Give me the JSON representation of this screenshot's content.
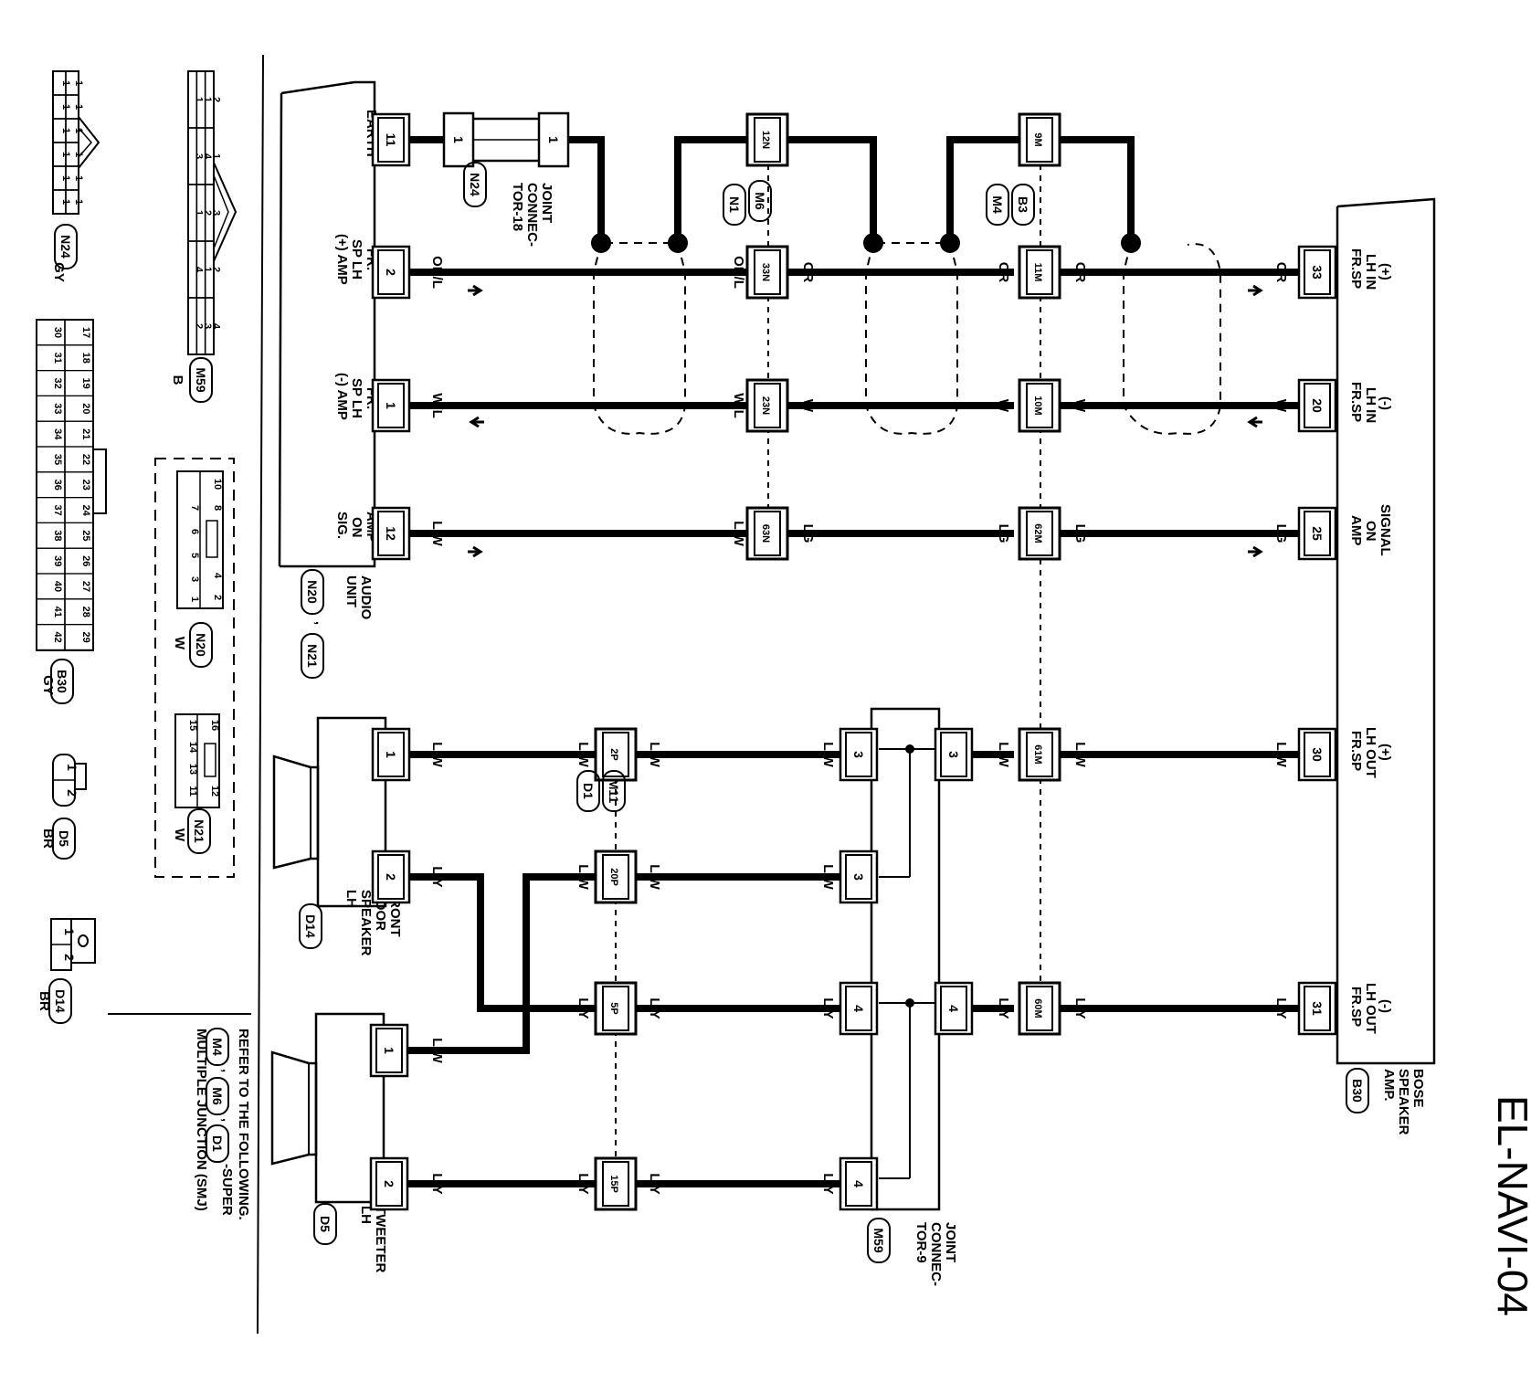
{
  "page_id": "EL-NAVI-04",
  "audio_unit": {
    "name_lines": [
      "AUDIO",
      "UNIT"
    ],
    "connectors": [
      "N20",
      "N21"
    ],
    "pins": [
      {
        "pin": "11",
        "label_lines": [
          "EARTH"
        ],
        "wire": ""
      },
      {
        "pin": "2",
        "label_lines": [
          "FR.",
          "SP LH",
          "(+) AMP"
        ],
        "wire": "OR/L"
      },
      {
        "pin": "1",
        "label_lines": [
          "FR.",
          "SP LH",
          "(-) AMP"
        ],
        "wire": "W/L"
      },
      {
        "pin": "12",
        "label_lines": [
          "AMP",
          "ON",
          "SIG."
        ],
        "wire": "L/W"
      }
    ]
  },
  "joint_connector_18": {
    "name_lines": [
      "JOINT",
      "CONNEC-",
      "TOR-18"
    ],
    "connector": "N24",
    "pin_left": "1",
    "pin_right": "1"
  },
  "harness_connectors": [
    "12N",
    "33N",
    "23N",
    "63N",
    "9M",
    "11M",
    "10M",
    "62M",
    "61M",
    "60M",
    "2P",
    "20P",
    "5P",
    "15P"
  ],
  "smj_tags": {
    "first": [
      "M6",
      "N1"
    ],
    "second": [
      "B3",
      "M4"
    ],
    "third": [
      "M11",
      "D1"
    ]
  },
  "wire_labels": {
    "or": "OR",
    "w": "W",
    "lg": "LG",
    "lw": "L/W",
    "ly": "L/Y",
    "orl": "OR/L",
    "wl": "W/L"
  },
  "bose_amp": {
    "name_lines": [
      "BOSE",
      "SPEAKER",
      "AMP."
    ],
    "connector": "B30",
    "pins": [
      {
        "pin": "33",
        "label_lines": [
          "FR.SP",
          "LH IN",
          "(+)"
        ]
      },
      {
        "pin": "20",
        "label_lines": [
          "FR.SP",
          "LH IN",
          "(-)"
        ]
      },
      {
        "pin": "25",
        "label_lines": [
          "AMP",
          "ON",
          "SIGNAL"
        ]
      },
      {
        "pin": "30",
        "label_lines": [
          "FR.SP",
          "LH OUT",
          "(+)"
        ]
      },
      {
        "pin": "31",
        "label_lines": [
          "FR.SP",
          "LH OUT",
          "(-)"
        ]
      }
    ]
  },
  "front_door_speaker": {
    "name_lines": [
      "FRONT",
      "DOOR",
      "SPEAKER",
      "LH"
    ],
    "connector": "D14",
    "pins": [
      "1",
      "2"
    ]
  },
  "tweeter": {
    "name_lines": [
      "TWEETER",
      "LH"
    ],
    "connector": "D5",
    "pins": [
      "1",
      "2"
    ]
  },
  "joint_connector_9": {
    "name_lines": [
      "JOINT",
      "CONNEC-",
      "TOR-9"
    ],
    "connector": "M59",
    "pins": [
      "3",
      "3",
      "4",
      "4",
      "3",
      "4"
    ]
  },
  "legend": {
    "note_line1": "REFER TO THE FOLLOWING.",
    "note_tags": [
      "M4",
      "M6",
      "D1"
    ],
    "note_line2": "-SUPER",
    "note_line3": "MULTIPLE JUNCTION (SMJ)",
    "connector_views": [
      {
        "id": "N24",
        "color": "GY"
      },
      {
        "id": "M59",
        "color": "B"
      },
      {
        "id": "B30",
        "color": "GY"
      },
      {
        "id": "D5",
        "color": "BR"
      },
      {
        "id": "D14",
        "color": "BR"
      },
      {
        "id": "N20",
        "color": "W"
      },
      {
        "id": "N21",
        "color": "W"
      }
    ],
    "n24_cells": [
      "1",
      "1",
      "1",
      "1",
      "1",
      "1",
      "1",
      "1",
      "1",
      "1",
      "1",
      "1"
    ],
    "m59_cells": [
      "1",
      "1",
      "2",
      "3",
      "4",
      "1",
      "1",
      "2",
      "3",
      "4",
      "1",
      "2",
      "2",
      "3",
      "4"
    ],
    "b30_rows": [
      [
        "17",
        "18",
        "19",
        "20",
        "21",
        "22",
        "23",
        "24",
        "25",
        "26",
        "27",
        "28",
        "29"
      ],
      [
        "30",
        "31",
        "32",
        "33",
        "34",
        "35",
        "36",
        "37",
        "38",
        "39",
        "40",
        "41",
        "42"
      ]
    ],
    "n20_cells": [
      "10",
      "8",
      "7",
      "6",
      "5",
      "3",
      "1",
      "4",
      "2"
    ],
    "n21_cells": [
      "16",
      "15",
      "14",
      "13",
      "11",
      "12"
    ],
    "d5_cells": [
      "1",
      "2"
    ],
    "d14_cells": [
      "1",
      "2"
    ]
  }
}
